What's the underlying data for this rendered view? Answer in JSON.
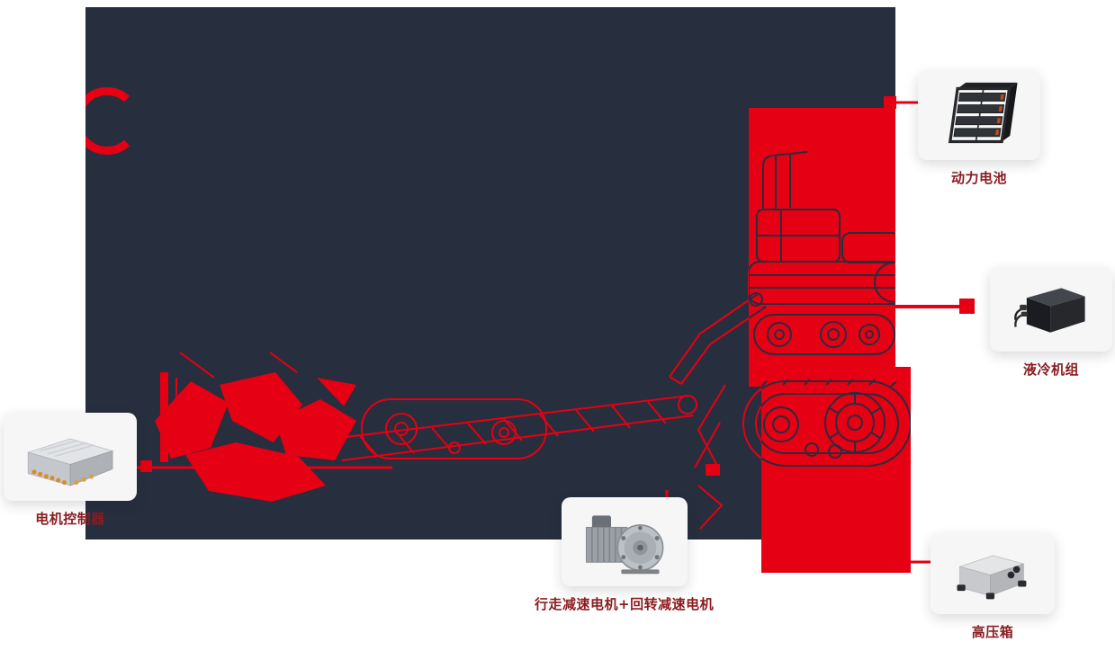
{
  "colors": {
    "background": "#ffffff",
    "panel": "#272e3e",
    "accent": "#e60013",
    "label": "#8b1c20",
    "card": "#f6f6f7"
  },
  "callouts": [
    {
      "id": "power-battery",
      "label": "动力电池",
      "icon": "battery-pack-image"
    },
    {
      "id": "liquid-cooling-unit",
      "label": "液冷机组",
      "icon": "cooling-unit-image"
    },
    {
      "id": "motor-controller",
      "label": "电机控制器",
      "icon": "motor-controller-image"
    },
    {
      "id": "drive-motors",
      "label": "行走减速电机+回转减速电机",
      "icon": "reduction-motors-image"
    },
    {
      "id": "high-voltage-box",
      "label": "高压箱",
      "icon": "high-voltage-box-image"
    }
  ]
}
